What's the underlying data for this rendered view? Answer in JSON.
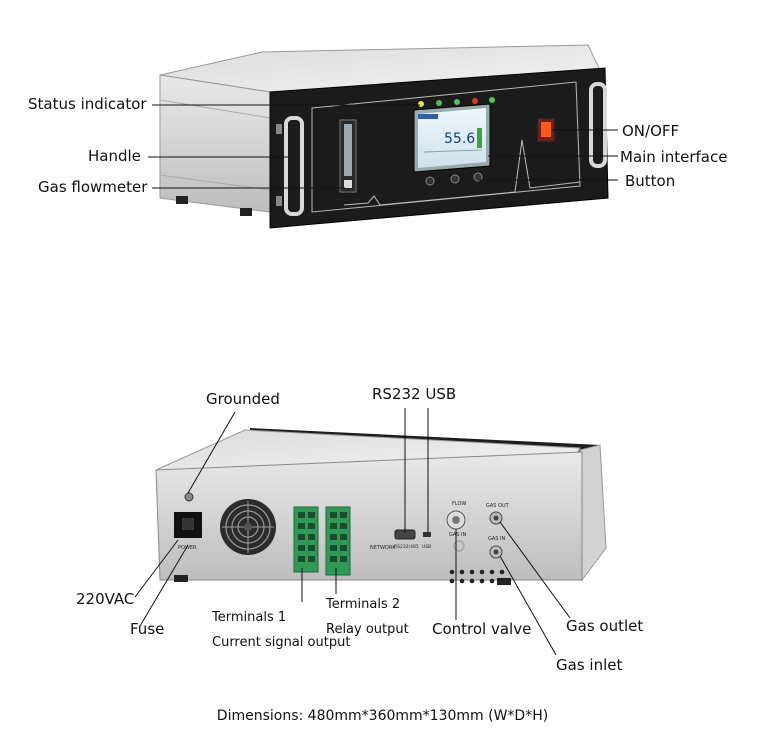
{
  "front_callouts": {
    "status_indicator": "Status indicator",
    "handle": "Handle",
    "gas_flowmeter": "Gas flowmeter",
    "on_off": "ON/OFF",
    "main_interface": "Main interface",
    "button": "Button"
  },
  "screen": {
    "reading": "55.6"
  },
  "rear_callouts": {
    "grounded": "Grounded",
    "rs232_usb": "RS232 USB",
    "vac": "220VAC",
    "fuse": "Fuse",
    "terminals1": "Terminals 1",
    "current_output": "Current signal output",
    "terminals2": "Terminals 2",
    "relay_output": "Relay output",
    "control_valve": "Control valve",
    "gas_outlet": "Gas outlet",
    "gas_inlet": "Gas inlet"
  },
  "rear_panel_text": {
    "power": "POWER",
    "flow": "FLOW",
    "gas_in": "GAS IN",
    "gas_out": "GAS OUT",
    "network": "NETWORK",
    "rs232": "RS232/485",
    "usb": "USB"
  },
  "dimensions": "Dimensions: 480mm*360mm*130mm (W*D*H)"
}
